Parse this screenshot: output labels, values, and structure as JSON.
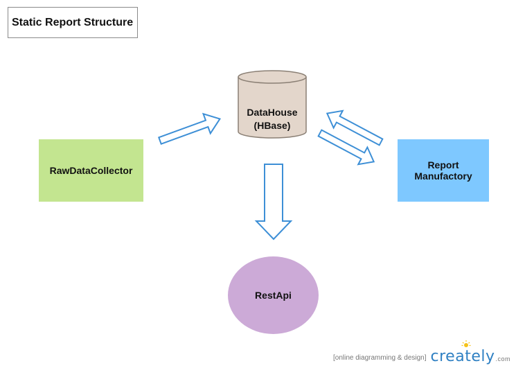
{
  "title": "Static Report Structure",
  "nodes": {
    "raw_collector": "RawDataCollector",
    "datahouse": [
      "DataHouse",
      "(HBase)"
    ],
    "report_manufactory": "Report Manufactory",
    "rest_api": "RestApi"
  },
  "colors": {
    "raw_collector": "#c3e590",
    "report_manufactory": "#7ec8ff",
    "rest_api": "#ccaad7",
    "datahouse_fill": "#e3d6cb",
    "datahouse_stroke": "#8a7f74",
    "arrow_stroke": "#3d8fd6"
  },
  "footer": {
    "tagline": "[online diagramming & design]",
    "logo": "creately",
    "logo_suffix": ".com"
  }
}
